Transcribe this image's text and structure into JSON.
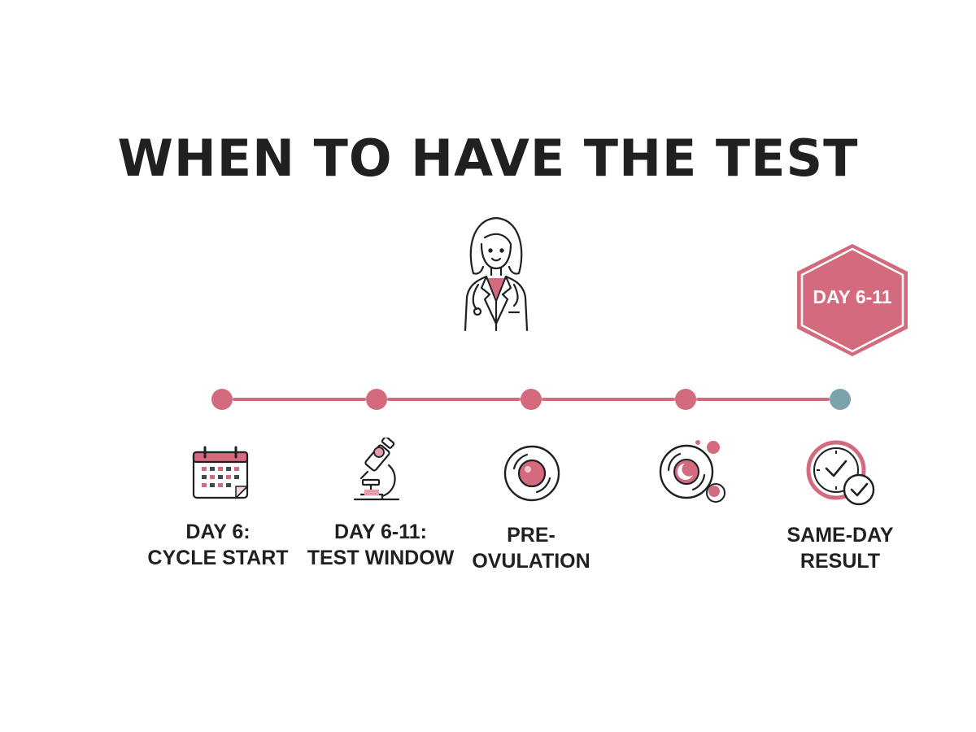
{
  "title": "WHEN TO HAVE THE TEST",
  "badge": {
    "label": "DAY 6-11"
  },
  "colors": {
    "accent": "#d46a7e",
    "accent_light": "#e79aa8",
    "final_dot": "#7aa3ad",
    "ink": "#1e2022"
  },
  "steps": [
    {
      "icon": "calendar-icon",
      "line1": "DAY 6:",
      "line2": "CYCLE START"
    },
    {
      "icon": "microscope-icon",
      "line1": "DAY 6-11:",
      "line2": "TEST WINDOW"
    },
    {
      "icon": "egg-cell-icon",
      "line1": "PRE-",
      "line2": "OVULATION"
    },
    {
      "icon": "cells-icon",
      "line1": "",
      "line2": ""
    },
    {
      "icon": "clock-check-icon",
      "line1": "SAME-DAY",
      "line2": "RESULT"
    }
  ]
}
